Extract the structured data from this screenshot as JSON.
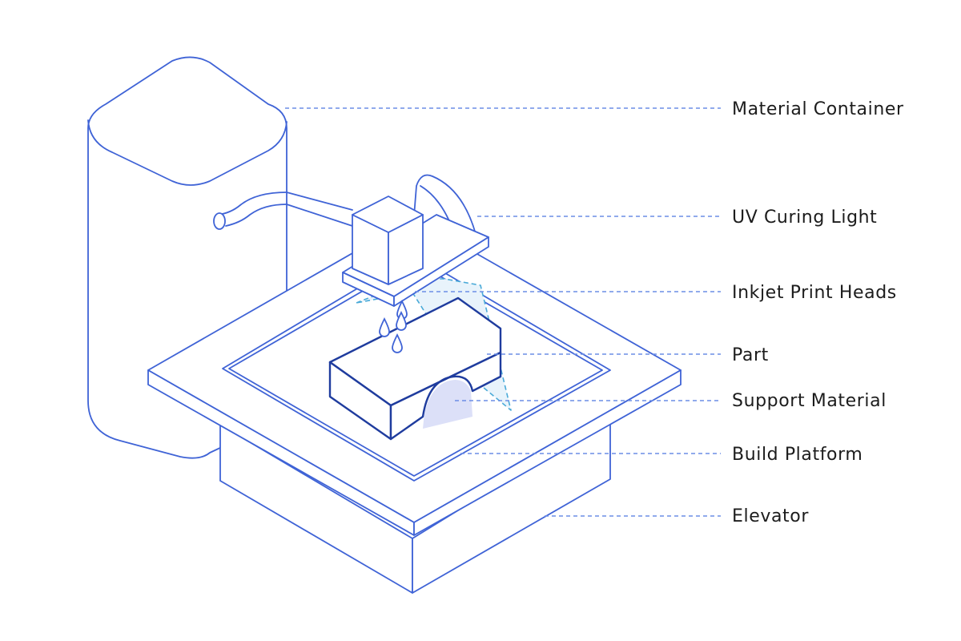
{
  "labels": {
    "material_container": "Material Container",
    "uv_curing_light": "UV Curing Light",
    "inkjet_print_heads": "Inkjet Print Heads",
    "part": "Part",
    "support_material": "Support Material",
    "build_platform": "Build Platform",
    "elevator": "Elevator"
  },
  "colors": {
    "line": "#3f63d6",
    "part_edge": "#1f3c9e",
    "support": "#4aaad8",
    "support_fill": "#e8f3fb",
    "label_text": "#1c1c1c"
  }
}
